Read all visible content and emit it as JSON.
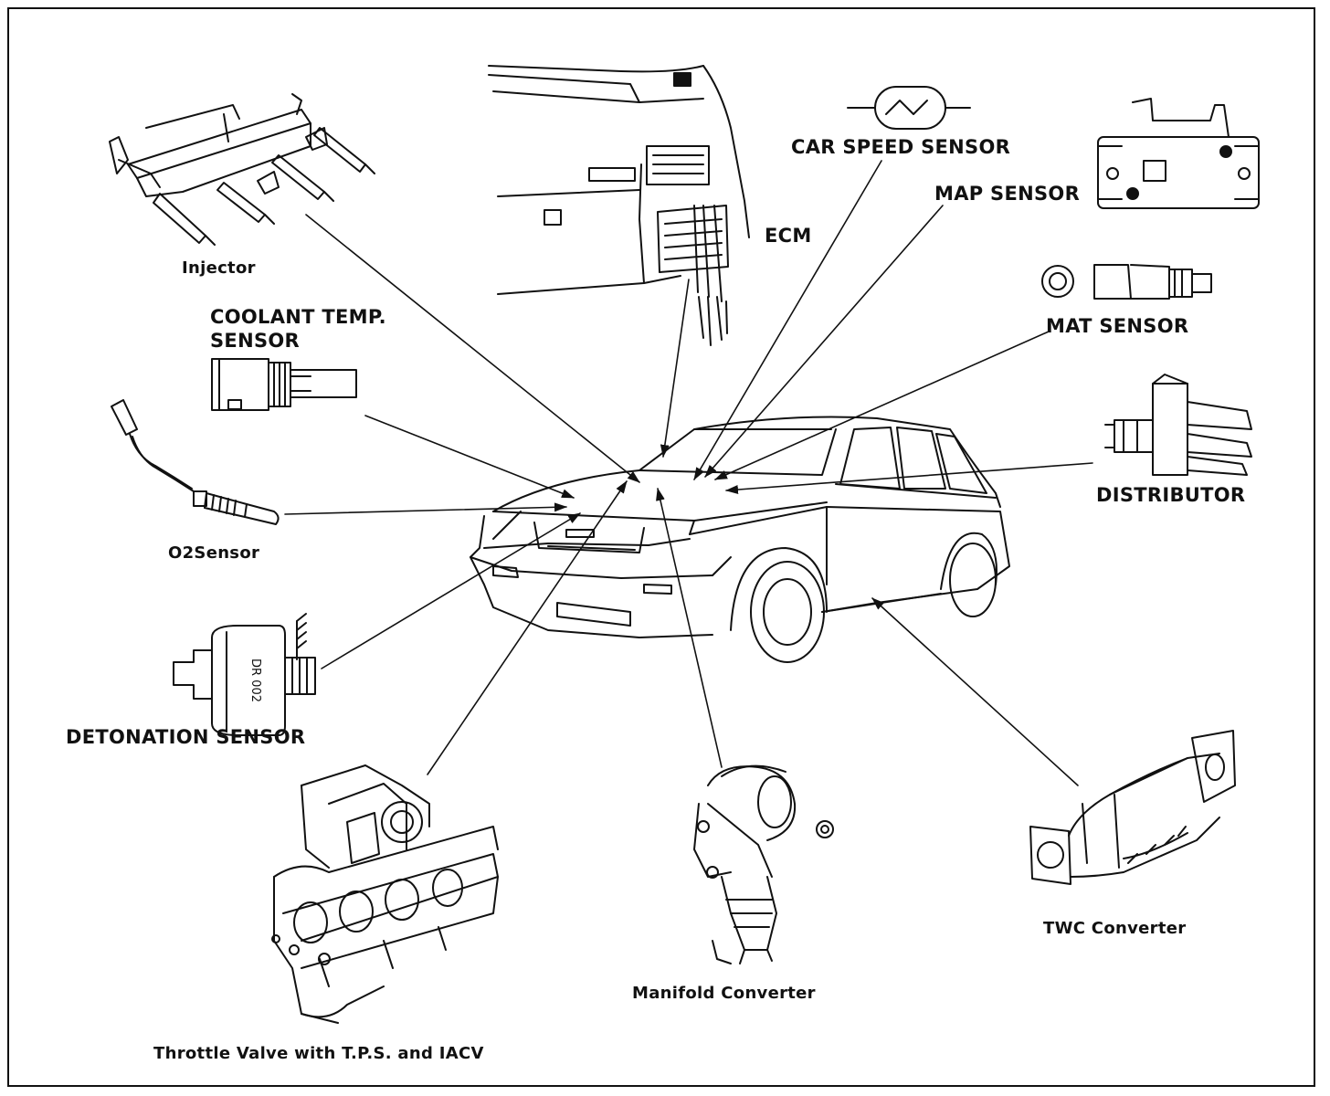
{
  "labels": {
    "injector": "Injector",
    "coolant_temp_line1": "COOLANT TEMP.",
    "coolant_temp_line2": "SENSOR",
    "o2_sensor": "O2Sensor",
    "detonation_sensor": "DETONATION SENSOR",
    "throttle_valve": "Throttle Valve with T.P.S. and IACV",
    "manifold_converter": "Manifold Converter",
    "twc_converter": "TWC Converter",
    "distributor": "DISTRIBUTOR",
    "mat_sensor": "MAT SENSOR",
    "map_sensor": "MAP SENSOR",
    "car_speed_sensor": "CAR SPEED SENSOR",
    "ecm": "ECM"
  },
  "detonation_part_marking": "DR 002",
  "colors": {
    "line": "#111111",
    "background": "#ffffff"
  }
}
